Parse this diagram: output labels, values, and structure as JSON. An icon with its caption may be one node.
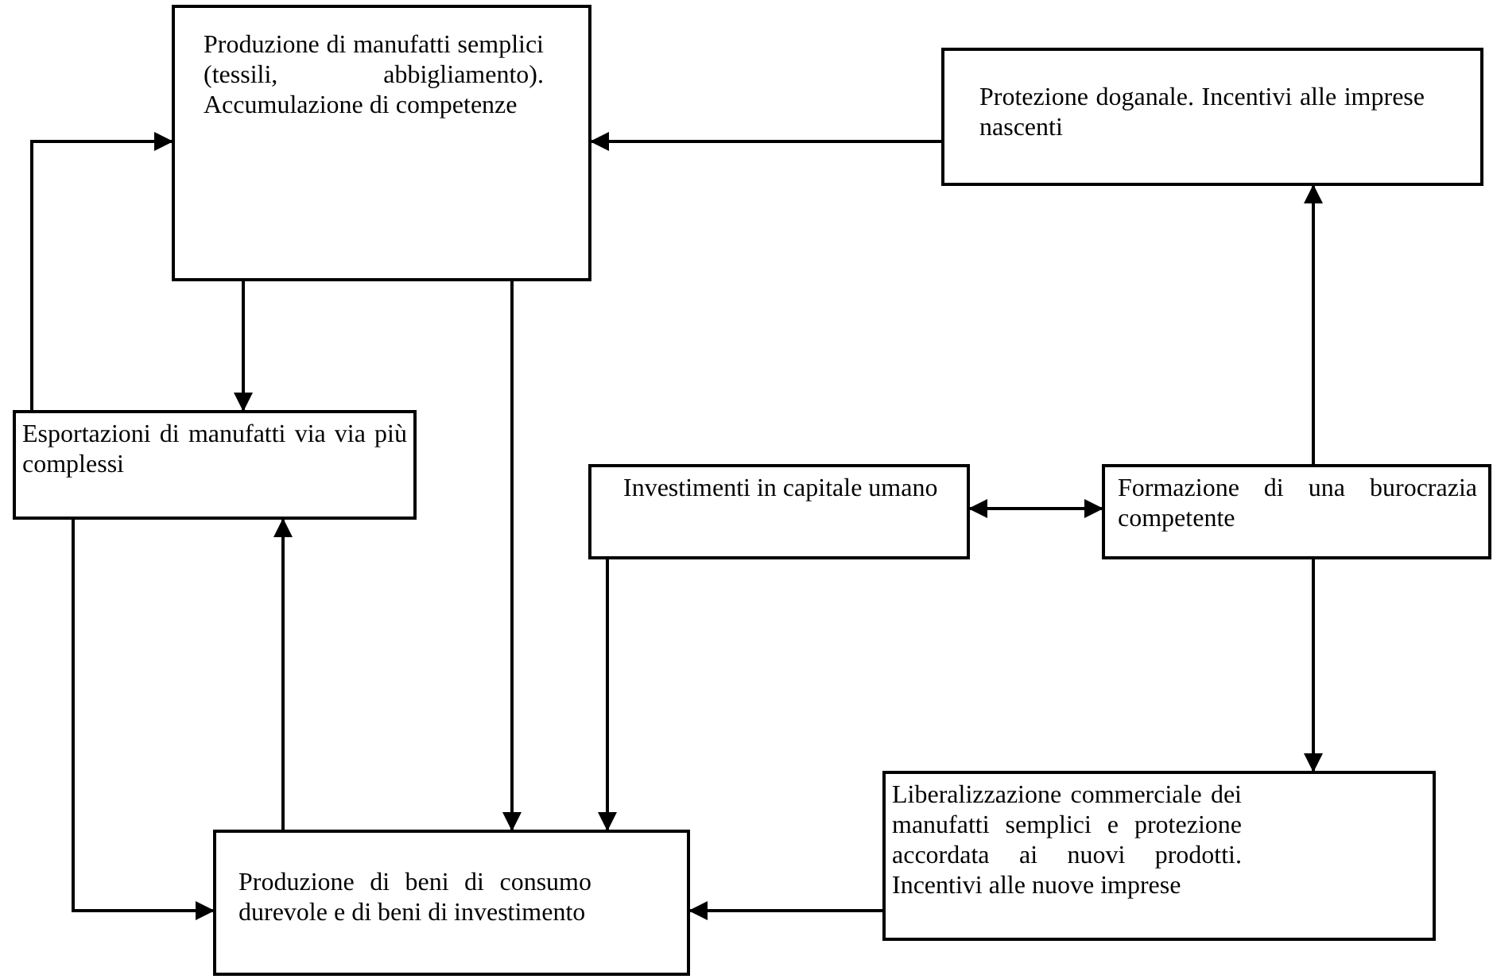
{
  "diagram": {
    "nodes": [
      {
        "text": [
          "Produzione di manufatti semplici (tessili, abbigliamento). Accumulazione di competenze"
        ]
      },
      {
        "text": [
          "Protezione doganale. Incentivi alle imprese nascenti"
        ]
      },
      {
        "text": [
          "Esportazioni di manufatti via via più complessi"
        ]
      },
      {
        "text": [
          "Investimenti in capitale umano"
        ]
      },
      {
        "text": [
          "Formazione di una burocrazia competente"
        ]
      },
      {
        "text": [
          "Liberalizzazione commerciale dei manufatti semplici e protezione accordata ai nuovi prodotti. Incentivi alle nuove imprese"
        ]
      },
      {
        "text": [
          "Produzione di beni di consumo durevole e di beni di investimento"
        ]
      }
    ],
    "edges": [
      {
        "from": 1,
        "to": 0,
        "arrow": "to"
      },
      {
        "from": 2,
        "to": 0,
        "arrow": "to"
      },
      {
        "from": 0,
        "to": 2,
        "arrow": "to"
      },
      {
        "from": 0,
        "to": 6,
        "arrow": "to"
      },
      {
        "from": 3,
        "to": 6,
        "arrow": "to"
      },
      {
        "from": 3,
        "to": 4,
        "arrow": "both"
      },
      {
        "from": 4,
        "to": 1,
        "arrow": "to"
      },
      {
        "from": 4,
        "to": 5,
        "arrow": "to"
      },
      {
        "from": 5,
        "to": 6,
        "arrow": "to"
      },
      {
        "from": 6,
        "to": 2,
        "arrow": "to"
      },
      {
        "from": 2,
        "to": 6,
        "arrow": "to"
      }
    ]
  }
}
